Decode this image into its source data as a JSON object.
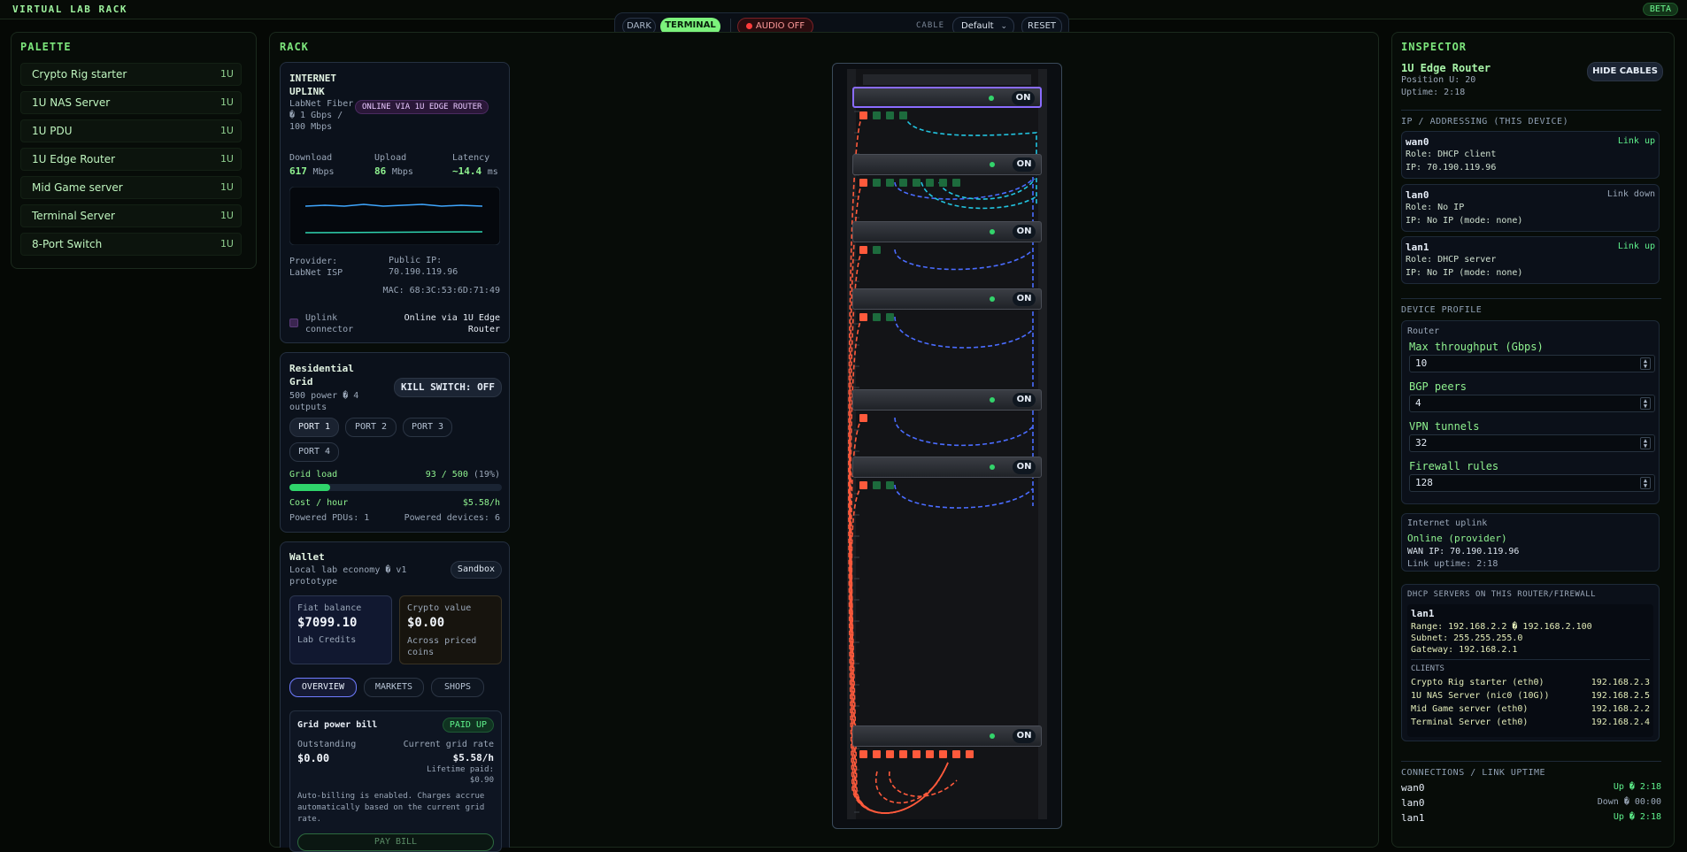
{
  "app": {
    "title": "VIRTUAL LAB RACK",
    "beta": "BETA"
  },
  "controls": {
    "dark": "DARK",
    "terminal": "TERMINAL",
    "audio": "AUDIO OFF",
    "cable_label": "CABLE",
    "cable_value": "Default",
    "reset": "RESET"
  },
  "palette": {
    "title": "PALETTE",
    "items": [
      {
        "label": "Crypto Rig starter",
        "u": "1U"
      },
      {
        "label": "1U NAS Server",
        "u": "1U"
      },
      {
        "label": "1U PDU",
        "u": "1U"
      },
      {
        "label": "1U Edge Router",
        "u": "1U"
      },
      {
        "label": "Mid Game server",
        "u": "1U"
      },
      {
        "label": "Terminal Server",
        "u": "1U"
      },
      {
        "label": "8-Port Switch",
        "u": "1U"
      }
    ]
  },
  "rack": {
    "title": "RACK",
    "uplink": {
      "title": "INTERNET UPLINK",
      "sub": "LabNet Fiber � 1 Gbps / 100 Mbps",
      "badge": "ONLINE VIA 1U EDGE ROUTER",
      "download_label": "Download",
      "download": "617",
      "download_unit": "Mbps",
      "upload_label": "Upload",
      "upload": "86",
      "upload_unit": "Mbps",
      "latency_label": "Latency",
      "latency": "~14.4",
      "latency_unit": "ms",
      "provider": "Provider: LabNet ISP",
      "public_ip_label": "Public IP:",
      "public_ip": "70.190.119.96",
      "mac": "MAC: 68:3C:53:6D:71:49",
      "connector_label": "Uplink connector",
      "connector_status": "Online via 1U Edge Router"
    },
    "grid": {
      "title": "Residential Grid",
      "sub": "500 power � 4 outputs",
      "kill": "KILL SWITCH: OFF",
      "ports": [
        "PORT 1",
        "PORT 2",
        "PORT 3",
        "PORT 4"
      ],
      "load_label": "Grid load",
      "load": "93 / 500",
      "load_pct": "(19%)",
      "load_fraction": 0.19,
      "cost_label": "Cost / hour",
      "cost": "$5.58/h",
      "powered_pdus": "Powered PDUs: 1",
      "powered_devices": "Powered devices: 6"
    },
    "wallet": {
      "title": "Wallet",
      "sub": "Local lab economy � v1 prototype",
      "mode": "Sandbox",
      "fiat_label": "Fiat balance",
      "fiat": "$7099.10",
      "fiat_sub": "Lab Credits",
      "crypto_label": "Crypto value",
      "crypto": "$0.00",
      "crypto_sub": "Across priced coins",
      "tabs": [
        "OVERVIEW",
        "MARKETS",
        "SHOPS"
      ],
      "bill_title": "Grid power bill",
      "bill_badge": "PAID UP",
      "outstanding_label": "Outstanding",
      "outstanding": "$0.00",
      "rate_label": "Current grid rate",
      "rate": "$5.58/h",
      "lifetime": "Lifetime paid: $0.90",
      "note": "Auto-billing is enabled. Charges accrue automatically based on the current grid rate.",
      "pay": "PAY BILL"
    },
    "units": [
      {
        "on": "ON"
      },
      {
        "on": "ON"
      },
      {
        "on": "ON"
      },
      {
        "on": "ON"
      },
      {
        "on": "ON"
      },
      {
        "on": "ON"
      },
      {
        "on": "ON"
      }
    ]
  },
  "inspector": {
    "title": "INSPECTOR",
    "device": "1U Edge Router",
    "position": "Position U: 20",
    "uptime": "Uptime: 2:18",
    "hide_cables": "HIDE CABLES",
    "ip_section": "IP / ADDRESSING (THIS DEVICE)",
    "interfaces": [
      {
        "name": "wan0",
        "status": "Link up",
        "role": "Role: DHCP client",
        "ip": "IP: 70.190.119.96"
      },
      {
        "name": "lan0",
        "status": "Link down",
        "role": "Role: No IP",
        "ip": "IP: No IP (mode: none)"
      },
      {
        "name": "lan1",
        "status": "Link up",
        "role": "Role: DHCP server",
        "ip": "IP: No IP (mode: none)"
      }
    ],
    "profile_section": "DEVICE PROFILE",
    "profile_type": "Router",
    "fields": [
      {
        "label": "Max throughput (Gbps)",
        "value": "10"
      },
      {
        "label": "BGP peers",
        "value": "4"
      },
      {
        "label": "VPN tunnels",
        "value": "32"
      },
      {
        "label": "Firewall rules",
        "value": "128"
      }
    ],
    "uplink": {
      "title": "Internet uplink",
      "status": "Online (provider)",
      "wan": "WAN IP: 70.190.119.96",
      "uptime": "Link uptime: 2:18"
    },
    "dhcp": {
      "title": "DHCP SERVERS ON THIS ROUTER/FIREWALL",
      "iface": "lan1",
      "range": "Range: 192.168.2.2 � 192.168.2.100",
      "subnet": "Subnet: 255.255.255.0",
      "gateway": "Gateway: 192.168.2.1",
      "clients_label": "CLIENTS",
      "clients": [
        {
          "name": "Crypto Rig starter (eth0)",
          "ip": "192.168.2.3"
        },
        {
          "name": "1U NAS Server (nic0 (10G))",
          "ip": "192.168.2.5"
        },
        {
          "name": "Mid Game server (eth0)",
          "ip": "192.168.2.2"
        },
        {
          "name": "Terminal Server (eth0)",
          "ip": "192.168.2.4"
        }
      ]
    },
    "connections_section": "CONNECTIONS / LINK UPTIME",
    "connections": [
      {
        "name": "wan0",
        "status": "Up � 2:18"
      },
      {
        "name": "lan0",
        "status": "Down � 00:00"
      },
      {
        "name": "lan1",
        "status": "Up � 2:18"
      }
    ]
  },
  "colors": {
    "accent": "#7cf27c",
    "rack_border": "#3a4a5a",
    "cable_red": "#ff5a3c",
    "cable_blue": "#4a6cff",
    "cable_cyan": "#22c4e0"
  }
}
